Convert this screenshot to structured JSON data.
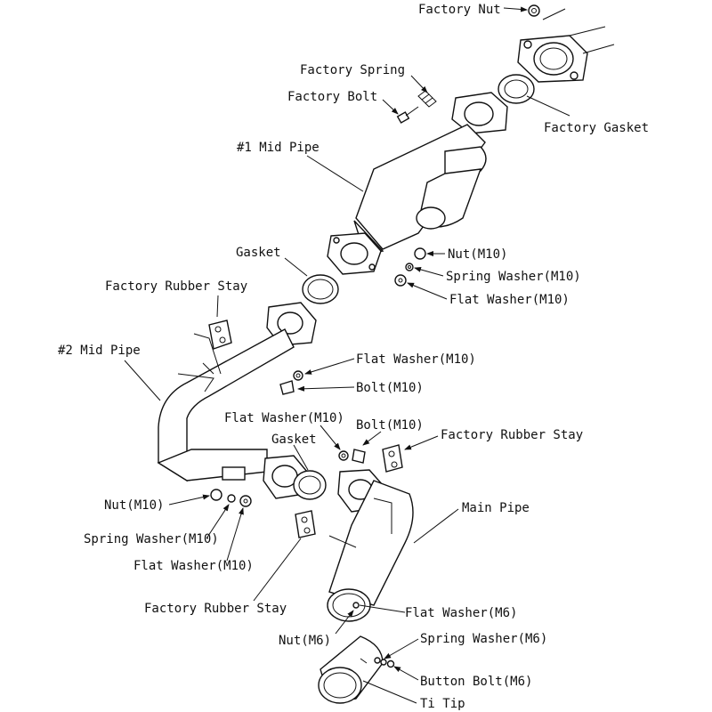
{
  "labels": {
    "factory_nut": "Factory Nut",
    "factory_spring": "Factory Spring",
    "factory_bolt": "Factory Bolt",
    "factory_gasket": "Factory Gasket",
    "mid_pipe_1": "#1 Mid Pipe",
    "gasket_1": "Gasket",
    "nut_m10_1": "Nut(M10)",
    "spring_washer_m10_1": "Spring Washer(M10)",
    "flat_washer_m10_1": "Flat Washer(M10)",
    "factory_rubber_stay_1": "Factory Rubber Stay",
    "mid_pipe_2": "#2 Mid Pipe",
    "flat_washer_m10_2": "Flat Washer(M10)",
    "bolt_m10_1": "Bolt(M10)",
    "flat_washer_m10_3": "Flat Washer(M10)",
    "bolt_m10_2": "Bolt(M10)",
    "gasket_2": "Gasket",
    "factory_rubber_stay_2": "Factory Rubber Stay",
    "nut_m10_2": "Nut(M10)",
    "main_pipe": "Main Pipe",
    "spring_washer_m10_2": "Spring Washer(M10)",
    "flat_washer_m10_4": "Flat Washer(M10)",
    "factory_rubber_stay_3": "Factory Rubber Stay",
    "flat_washer_m6": "Flat Washer(M6)",
    "nut_m6": "Nut(M6)",
    "spring_washer_m6": "Spring Washer(M6)",
    "button_bolt_m6": "Button Bolt(M6)",
    "ti_tip": "Ti Tip"
  }
}
